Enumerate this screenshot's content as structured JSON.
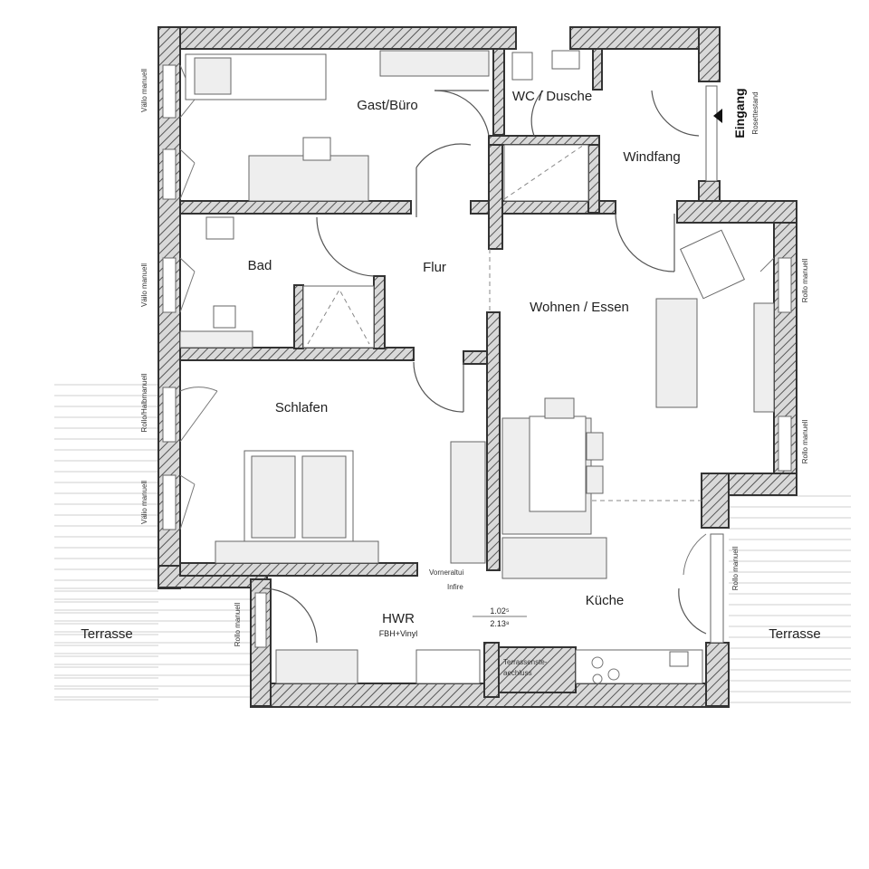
{
  "rooms": {
    "gast": "Gast/Büro",
    "wc": "WC / Dusche",
    "windfang": "Windfang",
    "bad": "Bad",
    "flur": "Flur",
    "wohnen": "Wohnen / Essen",
    "schlafen": "Schlafen",
    "hwr": "HWR",
    "hwr_floor": "FBH+Vinyl",
    "kueche": "Küche"
  },
  "entrance": {
    "label": "Eingang",
    "sub": "Rosettestand"
  },
  "terrace": {
    "left": "Terrasse",
    "right": "Terrasse"
  },
  "window_labels": {
    "w1": "Vällo manuell",
    "w2": "Väilo manuell",
    "w3": "Rollo/Halbmanuell",
    "w4": "Välio manuell",
    "w5": "Rollo manuell",
    "w6": "Rollo manuell",
    "w7": "Rollo manuell",
    "w8": "Rollo manuell"
  },
  "annotations": {
    "vorner": "Vorneraltui",
    "infire": "Infire",
    "terrassen": "Terrassenste-",
    "anschluss": "aechluss",
    "dim_top": "1.02⁵",
    "dim_bottom": "2.13⁸"
  },
  "colors": {
    "wall_hatch": "#333333",
    "terrace": "#cfcfcf"
  }
}
